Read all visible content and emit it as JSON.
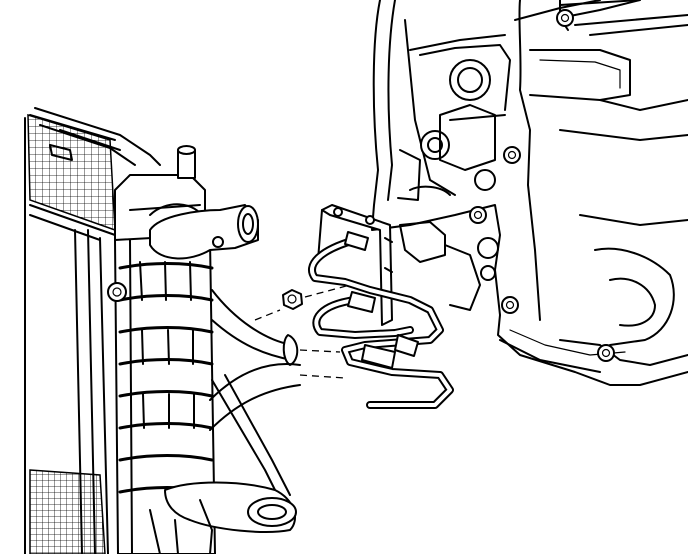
{
  "figure": {
    "kind": "line-art technical illustration",
    "style": "black ink on white",
    "background_color": "#ffffff",
    "ink_color": "#000000",
    "components": [
      {
        "name": "radiator-core",
        "icon": "grille"
      },
      {
        "name": "radiator-end-tank"
      },
      {
        "name": "upper-radiator-hose"
      },
      {
        "name": "lower-radiator-hose"
      },
      {
        "name": "transmission-cooler-lines"
      },
      {
        "name": "cooler-line-bracket"
      },
      {
        "name": "fastener-nut"
      },
      {
        "name": "engine-block"
      }
    ]
  }
}
